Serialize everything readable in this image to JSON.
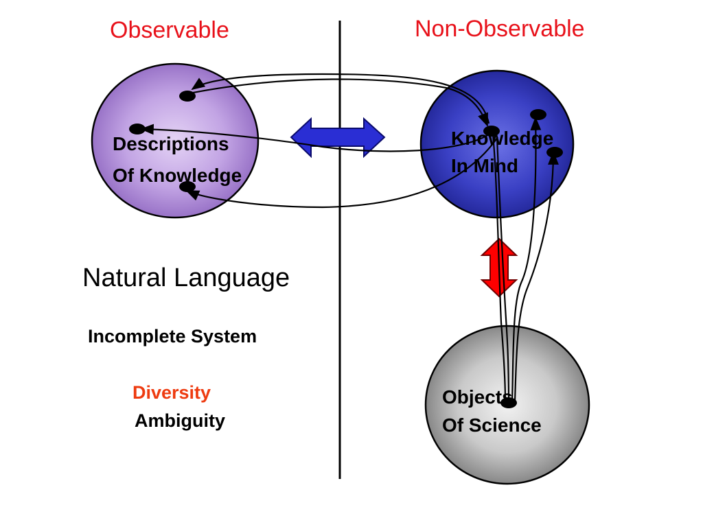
{
  "headings": {
    "left": "Observable",
    "right": "Non-Observable"
  },
  "circles": {
    "descriptions": {
      "line1": "Descriptions",
      "line2": "Of Knowledge"
    },
    "knowledge": {
      "line1": "Knowledge",
      "line2": "In Mind"
    },
    "objects": {
      "line1": "Objects",
      "line2": "Of Science"
    }
  },
  "natural_language": "Natural Language",
  "properties": {
    "incomplete": "Incomplete System",
    "diversity": "Diversity",
    "ambiguity": "Ambiguity"
  },
  "colors": {
    "heading": "#e8111a",
    "diversity": "#ee3b10",
    "text": "#000000",
    "descriptions_circle": "#a37fcf",
    "knowledge_circle": "#3338b8",
    "objects_circle": "#a6a6a6",
    "horizontal_arrow": "#2a2ed4",
    "vertical_arrow": "#ff0000"
  },
  "icons": {
    "horizontal_arrow": "double-headed-arrow-horizontal",
    "vertical_arrow": "double-headed-arrow-vertical"
  }
}
